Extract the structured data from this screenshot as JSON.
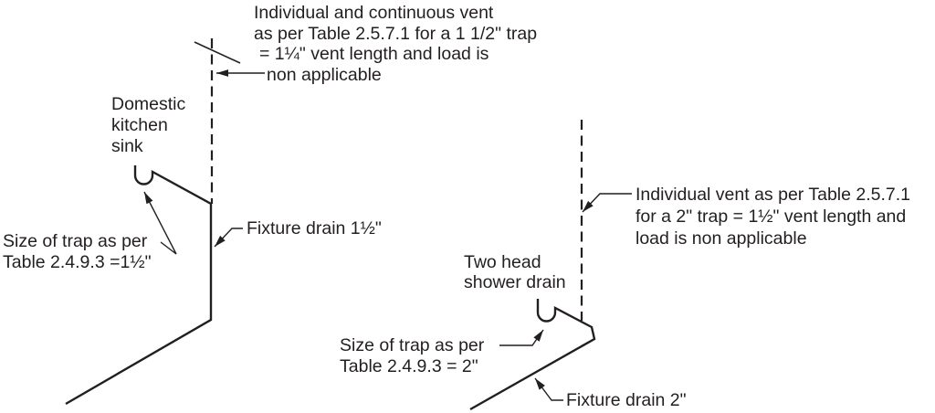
{
  "colors": {
    "ink": "#231f20",
    "background": "#ffffff"
  },
  "labels": {
    "top_vent_note": {
      "lines": [
        "Individual and continuous vent",
        "as per Table 2.5.7.1 for a 1 1/2\" trap",
        "= 1¼\" vent length and load is",
        "non applicable"
      ]
    },
    "kitchen_sink": {
      "lines": [
        "Domestic",
        "kitchen",
        "sink"
      ]
    },
    "fixture_drain_left": "Fixture drain 1½\"",
    "trap_size_left": {
      "lines": [
        "Size of trap as per",
        "Table 2.4.9.3 =1½\""
      ]
    },
    "right_vent_note": {
      "lines": [
        "Individual vent as per Table 2.5.7.1",
        "for a 2\" trap = 1½\" vent length and",
        "load is non applicable"
      ]
    },
    "shower_drain": {
      "lines": [
        "Two head",
        "shower drain"
      ]
    },
    "trap_size_right": {
      "lines": [
        "Size of trap as per",
        "Table 2.4.9.3 = 2\""
      ]
    },
    "fixture_drain_right": "Fixture drain 2\""
  }
}
